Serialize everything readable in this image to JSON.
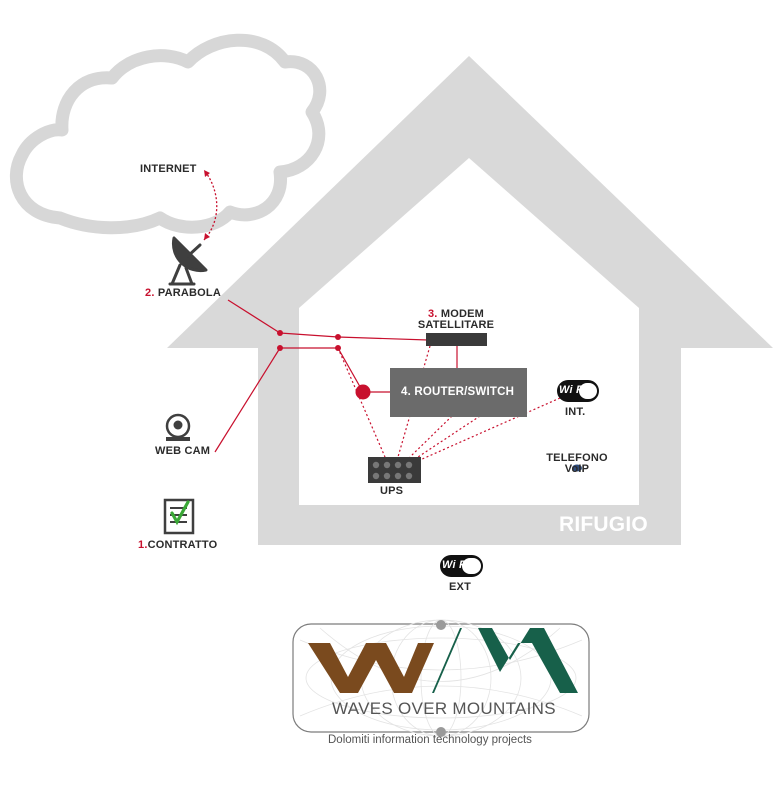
{
  "diagram": {
    "internet_label": "INTERNET",
    "parabola": {
      "num": "2.",
      "text": "PARABOLA"
    },
    "modem": {
      "num": "3.",
      "text_line1": "MODEM",
      "text_line2": "SATELLITARE"
    },
    "router": "4. ROUTER/SWITCH",
    "wifi_int": {
      "logo": "Wi Fi",
      "label": "INT."
    },
    "wifi_ext": {
      "logo": "Wi Fi",
      "label": "EXT"
    },
    "webcam_label": "WEB CAM",
    "ups_label": "UPS",
    "voip": {
      "line1": "TELEFONO",
      "line2": "VoIP"
    },
    "contract": {
      "num": "1.",
      "text": "CONTRATTO"
    },
    "building_label": "RIFUGIO",
    "icons": [
      "cloud-icon",
      "satellite-dish-icon",
      "webcam-icon",
      "contract-icon",
      "wifi-icon",
      "phone-icon",
      "ups-icon"
    ],
    "colors": {
      "accent": "#c8102e",
      "house": "#d9d9d9",
      "device": "#3a3a3a",
      "router": "#6b6b6b"
    }
  },
  "logo": {
    "wordmark": "WAVES OVER MOUNTAINS",
    "tagline": "Dolomiti information technology projects",
    "colors": {
      "brown": "#7a4a1e",
      "green": "#17604a"
    }
  }
}
